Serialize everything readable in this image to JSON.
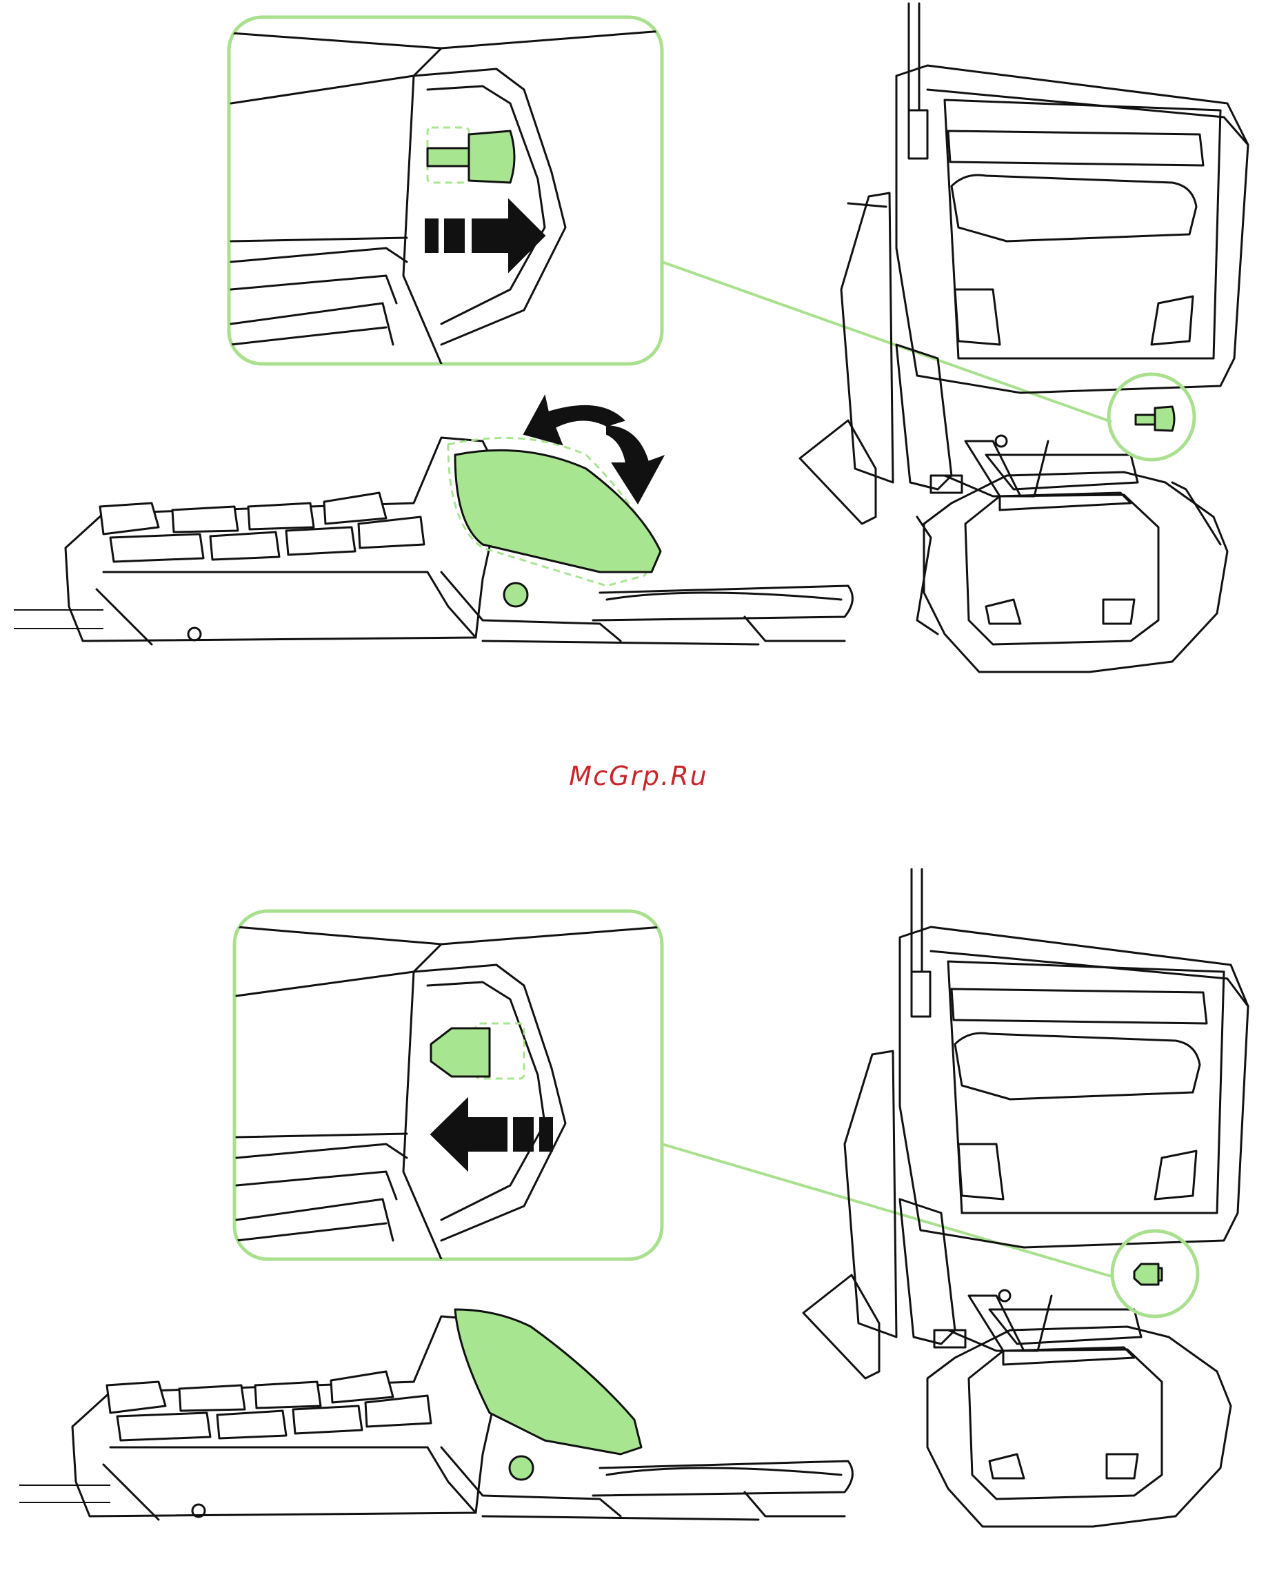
{
  "watermark": "McGrp.Ru",
  "colors": {
    "accent_green": "#a8e590",
    "line_art": "#111111",
    "watermark_red": "#c9252b"
  },
  "panels": [
    {
      "id": "top",
      "arrow_icon": "arrow-right-icon",
      "rotation_icon": "rotate-arrows-icon"
    },
    {
      "id": "bottom",
      "arrow_icon": "arrow-left-icon"
    }
  ]
}
